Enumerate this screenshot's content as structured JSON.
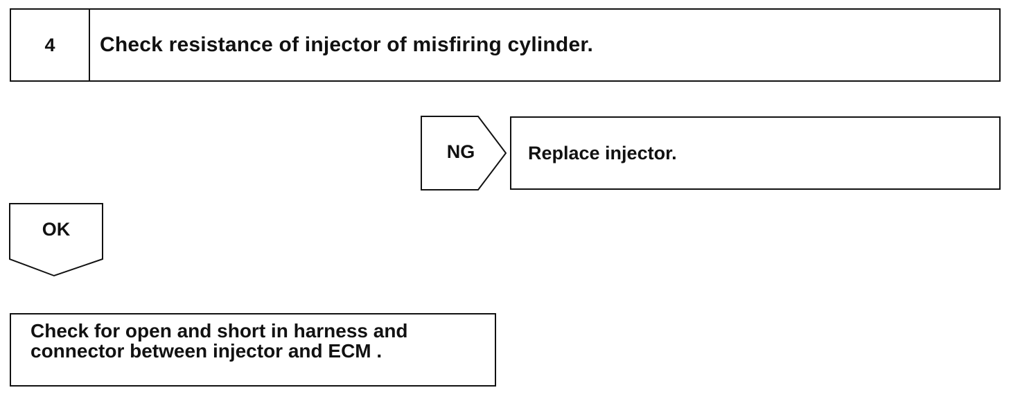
{
  "step": {
    "number": "4",
    "title": "Check resistance of injector of misfiring cylinder."
  },
  "ng_branch": {
    "label": "NG",
    "action": "Replace injector."
  },
  "ok_branch": {
    "label": "OK",
    "next_action_lines": [
      "Check for open and short in harness and",
      "connector between injector and ECM ."
    ]
  },
  "colors": {
    "line": "#111111",
    "background": "#ffffff"
  }
}
